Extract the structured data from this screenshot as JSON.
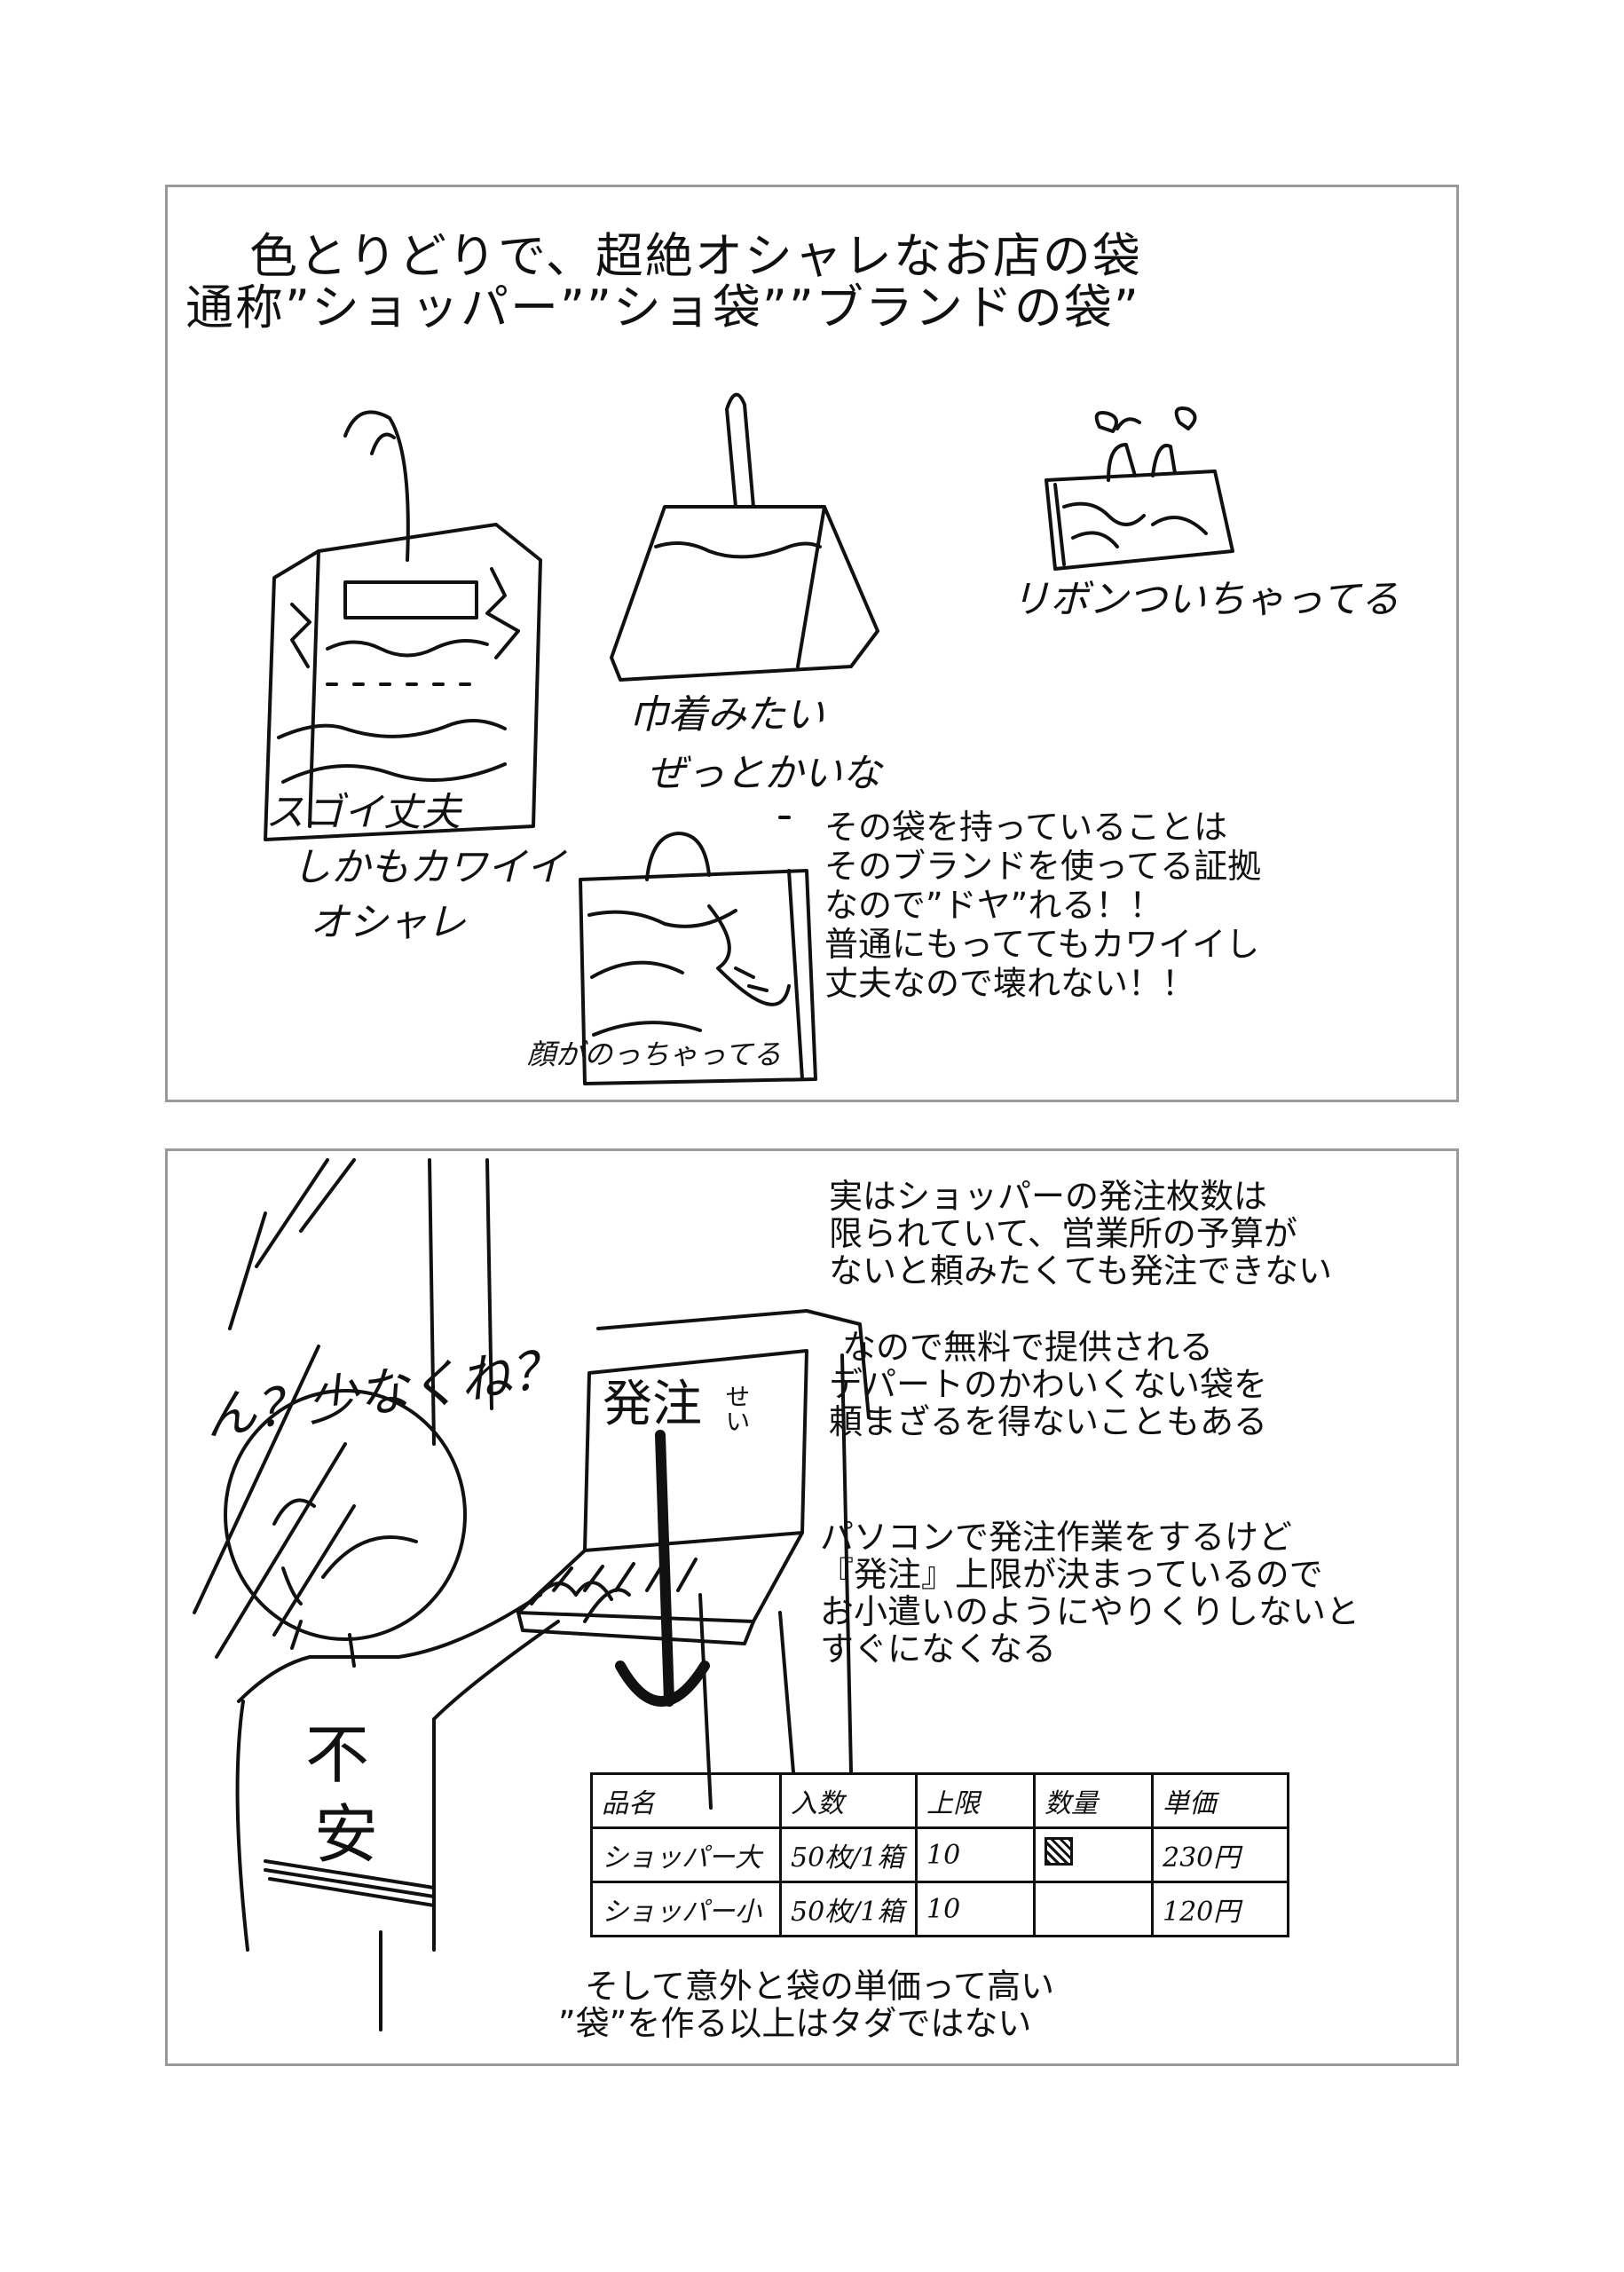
{
  "panel1": {
    "title_line1": "色とりどりで、超絶オシャレなお店の袋",
    "title_line2": "通称”ショッパー””ショ袋””ブランドの袋”",
    "bag1_caption": [
      "スゴイ丈夫",
      "しかもカワイイ",
      "オシャレ"
    ],
    "bag2_caption": [
      "巾着みたい",
      "ぜっとかいな"
    ],
    "bag3_caption": "リボンついちゃってる",
    "bag4_caption": "顔がのっちゃってる",
    "explanation": [
      "その袋を持っていることは",
      "そのブランドを使ってる証拠",
      "なので”ドヤ”れる！！",
      "普通にもっててもカワイイし",
      "丈夫なので壊れない！！"
    ]
  },
  "panel2": {
    "note1": [
      "実はショッパーの発注枚数は",
      "限られていて、営業所の予算が",
      "ないと頼みたくても発注できない"
    ],
    "note2": [
      "なので無料で提供される",
      "デパートのかわいくない袋を",
      "頼まざるを得ないこともある"
    ],
    "note3": [
      "パソコンで発注作業をするけど",
      "『発注』上限が決まっているので",
      "お小遣いのようにやりくりしないと",
      "すぐになくなる"
    ],
    "speech": "ん？少なくね？",
    "screen_text": "発注",
    "screen_small": "せい",
    "shirt_text": [
      "不",
      "安"
    ],
    "table": {
      "headers": [
        "品名",
        "入数",
        "上限",
        "数量",
        "単価"
      ],
      "rows": [
        [
          "ショッパー大",
          "50枚/1箱",
          "10",
          "",
          "230円"
        ],
        [
          "ショッパー小",
          "50枚/1箱",
          "10",
          "",
          "120円"
        ]
      ]
    },
    "footer": [
      "そして意外と袋の単価って高い",
      "”袋”を作る以上はタダではない"
    ]
  }
}
